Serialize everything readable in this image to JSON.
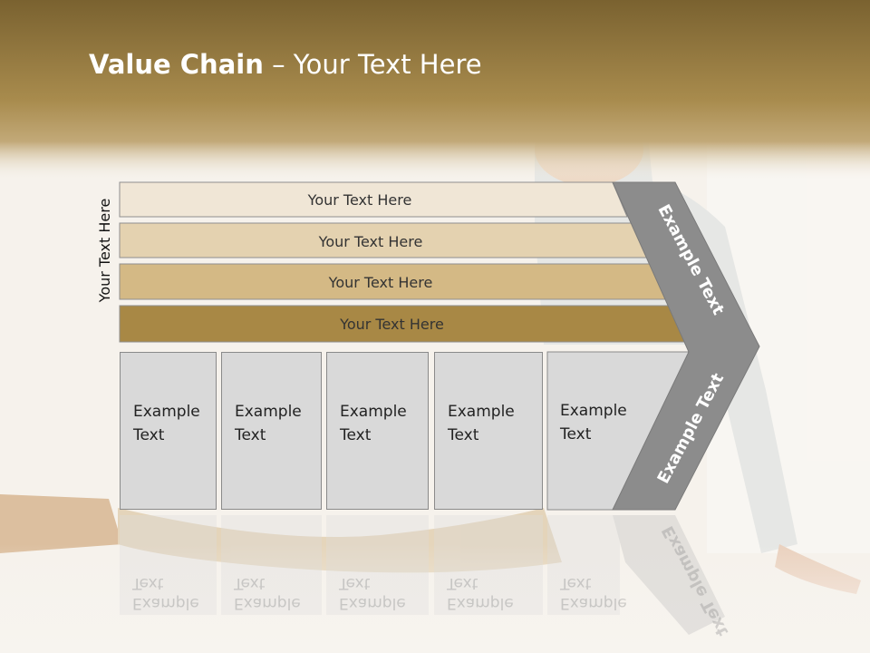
{
  "title": {
    "bold": "Value Chain",
    "rest": " – Your Text Here"
  },
  "side_label": "Your Text Here",
  "bars": [
    {
      "label": "Your Text Here",
      "color": "#f0e6d6"
    },
    {
      "label": "Your Text Here",
      "color": "#e4d2b0"
    },
    {
      "label": "Your Text Here",
      "color": "#d4b985"
    },
    {
      "label": "Your Text Here",
      "color": "#a88845"
    }
  ],
  "cells": [
    {
      "line1": "Example",
      "line2": "Text"
    },
    {
      "line1": "Example",
      "line2": "Text"
    },
    {
      "line1": "Example",
      "line2": "Text"
    },
    {
      "line1": "Example",
      "line2": "Text"
    },
    {
      "line1": "Example",
      "line2": "Text"
    }
  ],
  "arrow": {
    "upper_text": "Example Text",
    "lower_text": "Example Text",
    "color": "#8c8c8c"
  },
  "colors": {
    "header_top": "#7d6530",
    "header_bottom": "#b08f4a"
  }
}
